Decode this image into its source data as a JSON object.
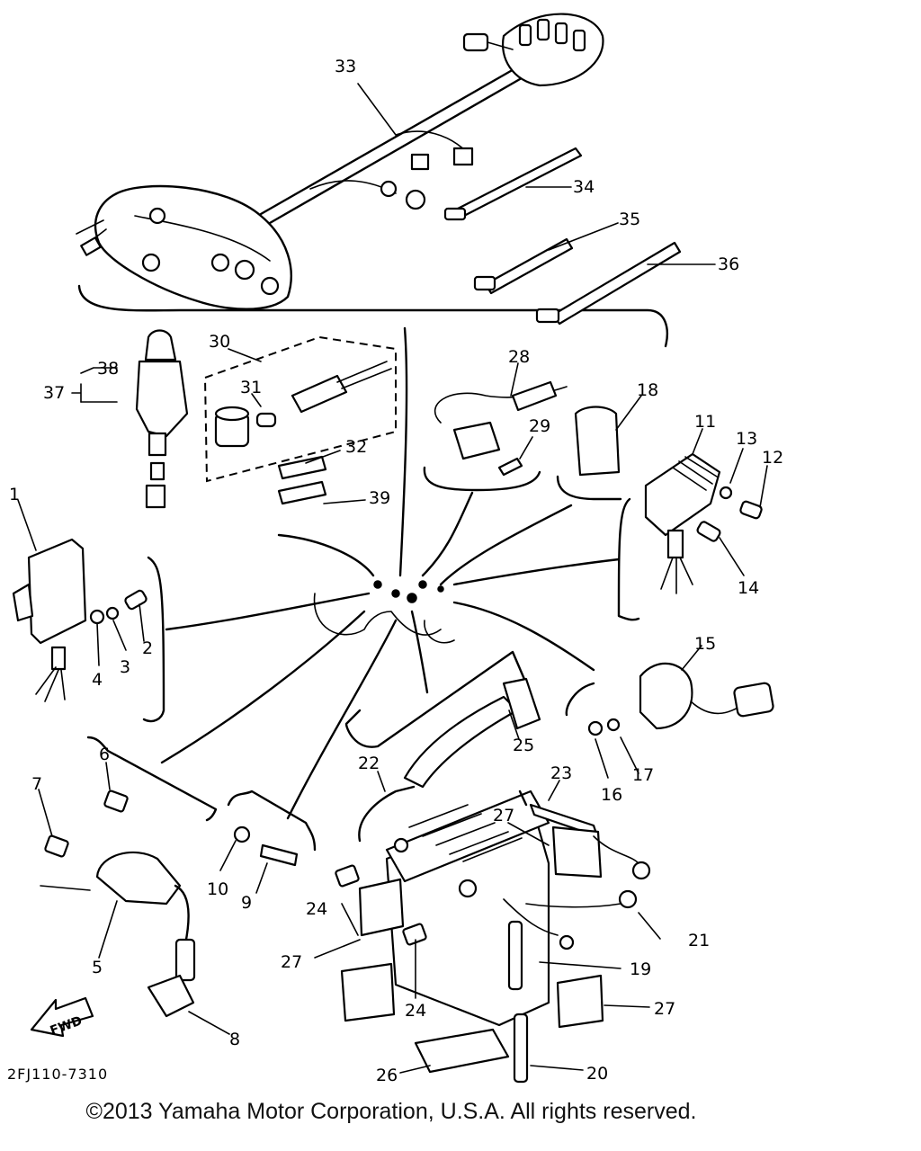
{
  "drawing_code": "2FJ110-7310",
  "copyright": "©2013 Yamaha Motor Corporation, U.S.A. All rights reserved.",
  "fwd_label": "FWD",
  "callouts": [
    "1",
    "2",
    "3",
    "4",
    "5",
    "6",
    "7",
    "8",
    "9",
    "10",
    "11",
    "12",
    "13",
    "14",
    "15",
    "16",
    "17",
    "18",
    "19",
    "20",
    "21",
    "22",
    "23",
    "24",
    "24",
    "25",
    "26",
    "27",
    "27",
    "27",
    "28",
    "29",
    "30",
    "31",
    "32",
    "33",
    "34",
    "35",
    "36",
    "37",
    "38",
    "39"
  ]
}
